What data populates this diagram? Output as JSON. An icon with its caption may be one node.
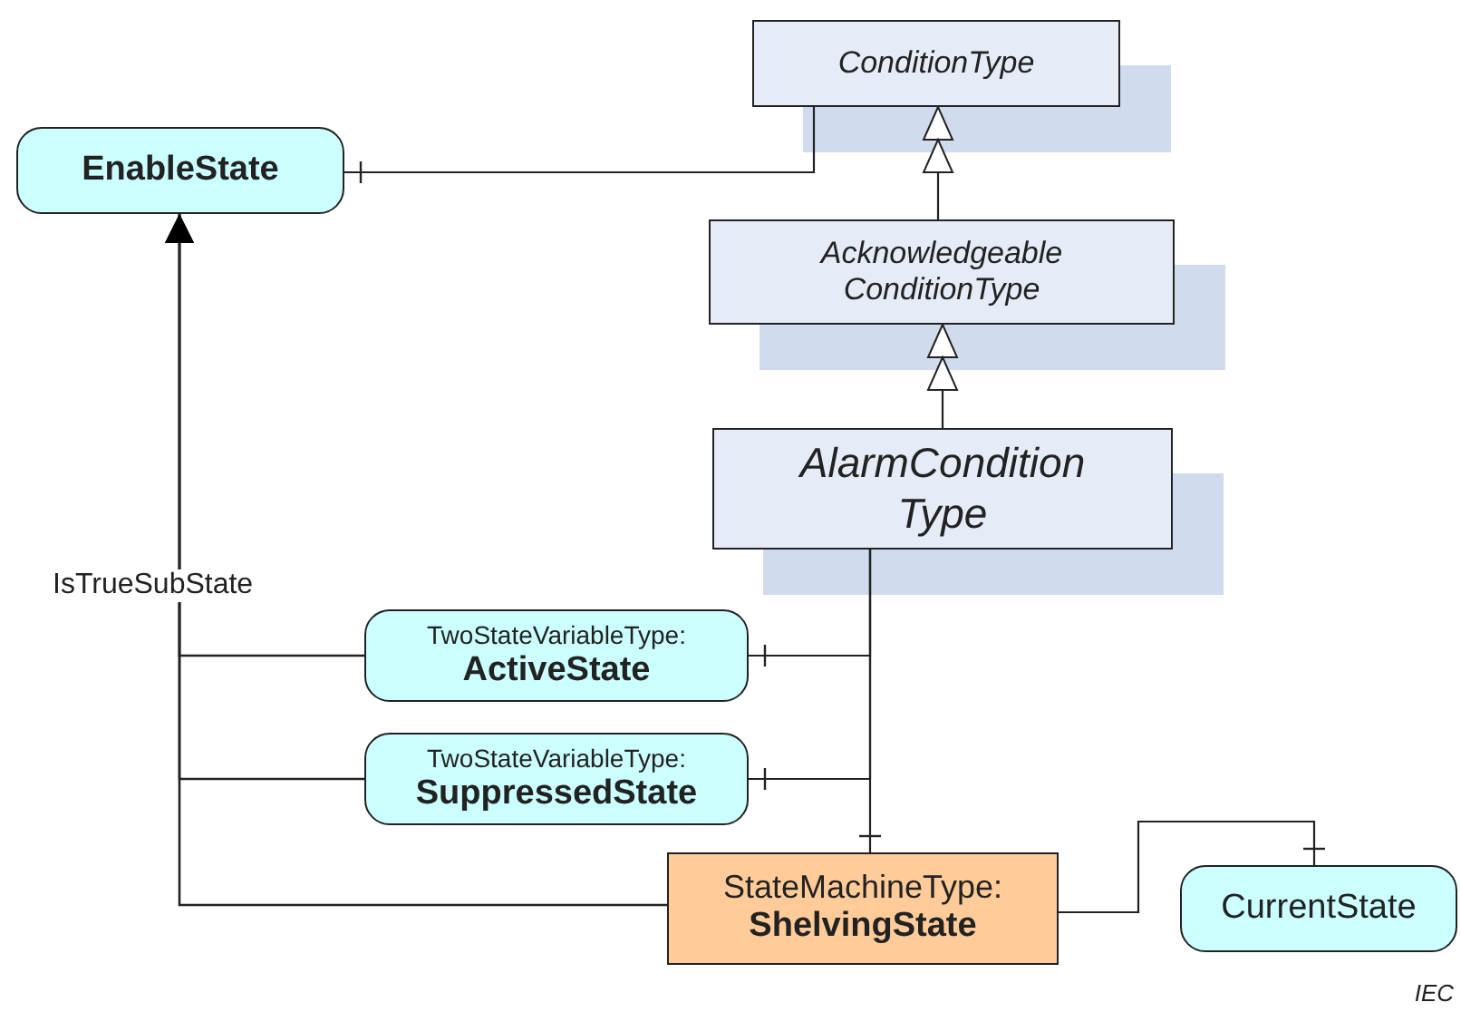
{
  "diagram": {
    "nodes": [
      {
        "text": [
          "ConditionType"
        ]
      },
      {
        "text": [
          "EnableState"
        ]
      },
      {
        "text": [
          "Acknowledgeable ConditionType"
        ]
      },
      {
        "text": [
          "AlarmCondition Type"
        ]
      },
      {
        "text": [
          "TwoStateVariableType:",
          "ActiveState"
        ]
      },
      {
        "text": [
          "TwoStateVariableType:",
          "SuppressedState"
        ]
      },
      {
        "text": [
          "StateMachineType:",
          "ShelvingState"
        ]
      },
      {
        "text": [
          "CurrentState"
        ]
      }
    ],
    "edges": [
      {
        "from": 0,
        "to": 1,
        "arrow": "other"
      },
      {
        "from": 2,
        "to": 0,
        "arrow": "to"
      },
      {
        "from": 3,
        "to": 2,
        "arrow": "to"
      },
      {
        "from": 3,
        "to": 4,
        "arrow": "other"
      },
      {
        "from": 3,
        "to": 5,
        "arrow": "other"
      },
      {
        "from": 3,
        "to": 6,
        "arrow": "other"
      },
      {
        "from": 4,
        "to": 1,
        "arrow": "to",
        "label": "IsTrueSubState"
      },
      {
        "from": 5,
        "to": 1,
        "arrow": "to"
      },
      {
        "from": 6,
        "to": 1,
        "arrow": "to"
      },
      {
        "from": 6,
        "to": 7,
        "arrow": "other"
      }
    ],
    "labels": [
      "IEC"
    ]
  }
}
